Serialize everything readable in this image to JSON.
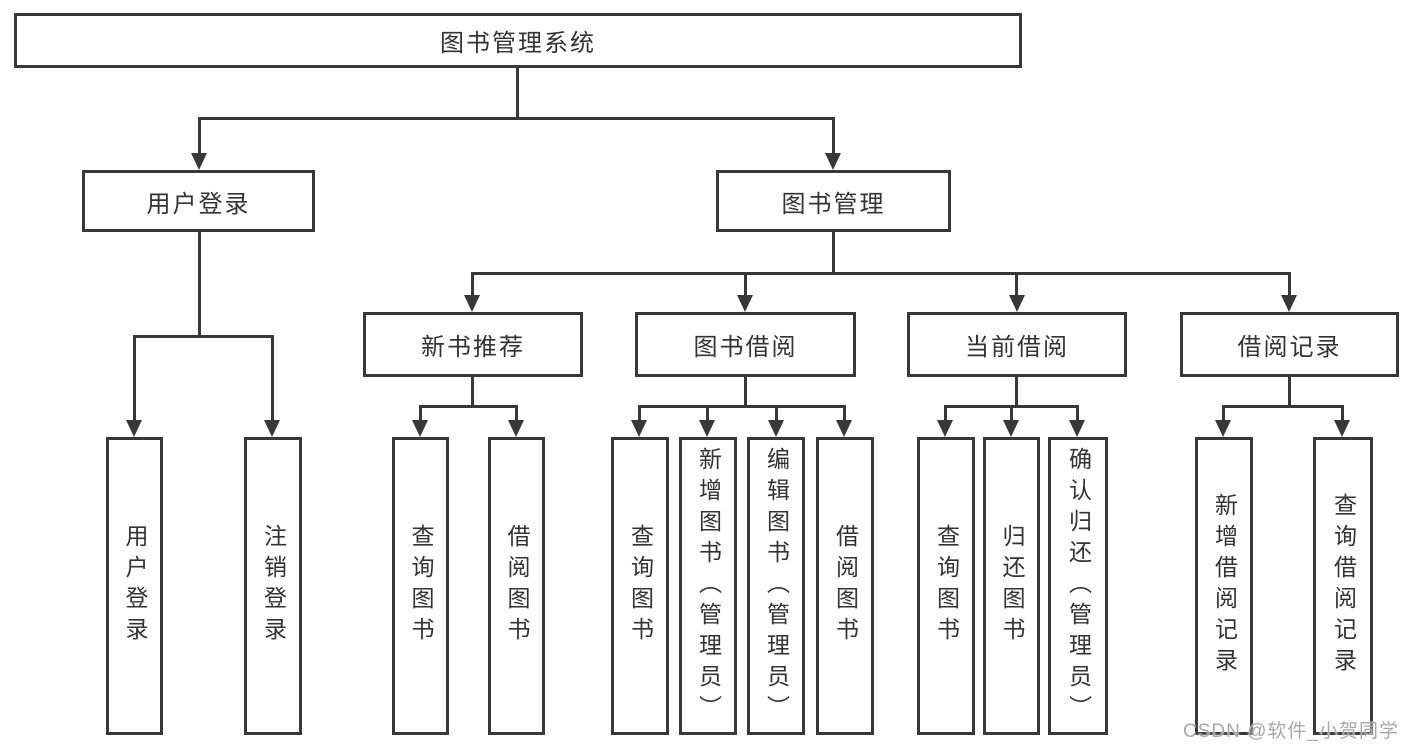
{
  "diagram": {
    "title": "图书管理系统",
    "level1": [
      {
        "label": "用户登录"
      },
      {
        "label": "图书管理"
      }
    ],
    "level2": [
      {
        "label": "新书推荐",
        "parent": "图书管理"
      },
      {
        "label": "图书借阅",
        "parent": "图书管理"
      },
      {
        "label": "当前借阅",
        "parent": "图书管理"
      },
      {
        "label": "借阅记录",
        "parent": "图书管理"
      }
    ],
    "leaves": [
      {
        "label": "用户登录",
        "parent": "用户登录"
      },
      {
        "label": "注销登录",
        "parent": "用户登录"
      },
      {
        "label": "查询图书",
        "parent": "新书推荐"
      },
      {
        "label": "借阅图书",
        "parent": "新书推荐"
      },
      {
        "label": "查询图书",
        "parent": "图书借阅"
      },
      {
        "label": "新增图书（管理员）",
        "parent": "图书借阅"
      },
      {
        "label": "编辑图书（管理员）",
        "parent": "图书借阅"
      },
      {
        "label": "借阅图书",
        "parent": "图书借阅"
      },
      {
        "label": "查询图书",
        "parent": "当前借阅"
      },
      {
        "label": "归还图书",
        "parent": "当前借阅"
      },
      {
        "label": "确认归还（管理员）",
        "parent": "当前借阅"
      },
      {
        "label": "新增借阅记录",
        "parent": "借阅记录"
      },
      {
        "label": "查询借阅记录",
        "parent": "借阅记录"
      }
    ]
  },
  "watermark": {
    "text": "CSDN @软件_小贺同学"
  },
  "colors": {
    "line": "#383838",
    "text": "#333333",
    "watermark": "#a8a8a8",
    "background": "#ffffff"
  }
}
